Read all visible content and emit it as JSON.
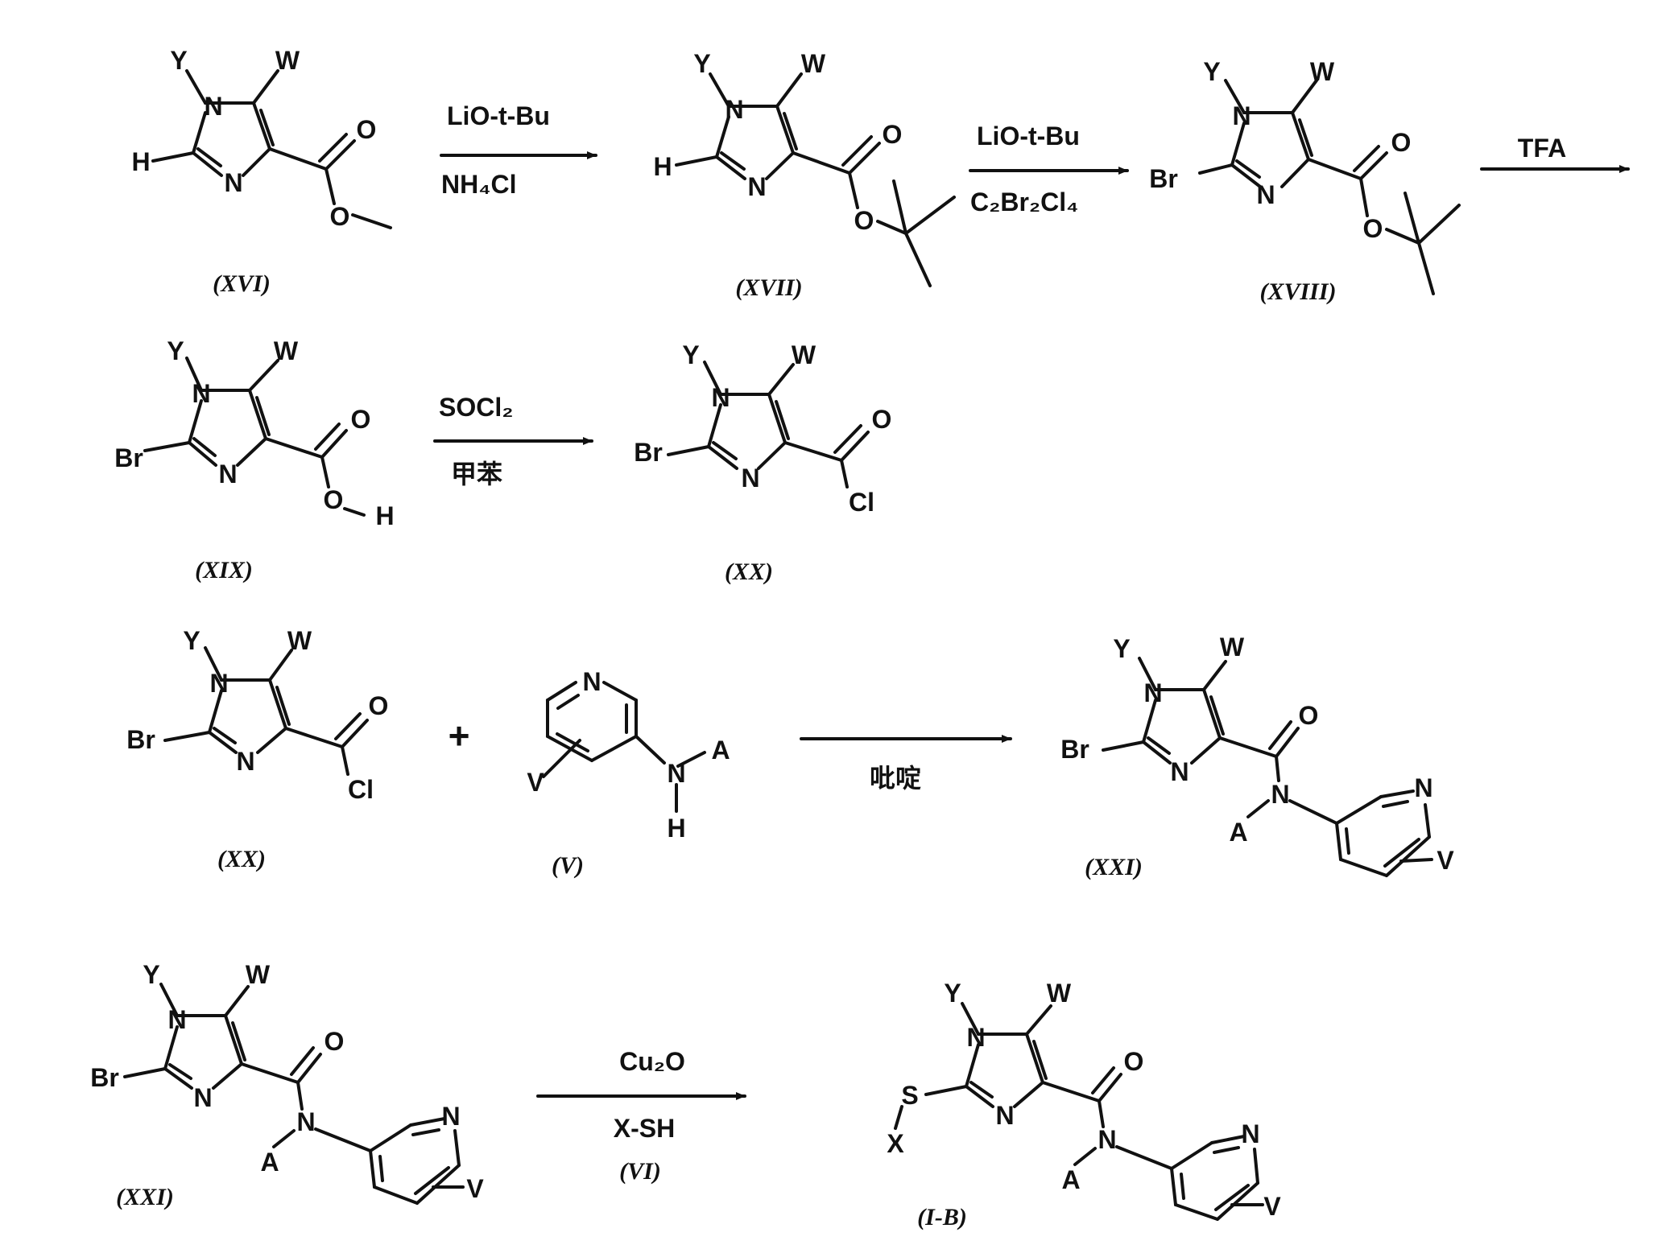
{
  "atoms": {
    "Y": "Y",
    "W": "W",
    "N": "N",
    "H": "H",
    "O": "O",
    "Br": "Br",
    "Cl": "Cl",
    "A": "A",
    "V": "V",
    "S": "S",
    "X": "X"
  },
  "labels": {
    "XVI": "(XVI)",
    "XVII": "(XVII)",
    "XVIII": "(XVIII)",
    "XIX": "(XIX)",
    "XX": "(XX)",
    "V": "(V)",
    "XXI": "(XXI)",
    "VI": "(VI)",
    "IB": "(I-B)"
  },
  "reagents": {
    "r1_top": "LiO-t-Bu",
    "r1_bottom": "NH₄Cl",
    "r2_top": "LiO-t-Bu",
    "r2_bottom": "C₂Br₂Cl₄",
    "r3_top": "TFA",
    "r4_top": "SOCl₂",
    "r4_bottom": "甲苯",
    "plus": "+",
    "r5": "吡啶",
    "r6_top": "Cu₂O",
    "r6_bottom": "X-SH"
  }
}
